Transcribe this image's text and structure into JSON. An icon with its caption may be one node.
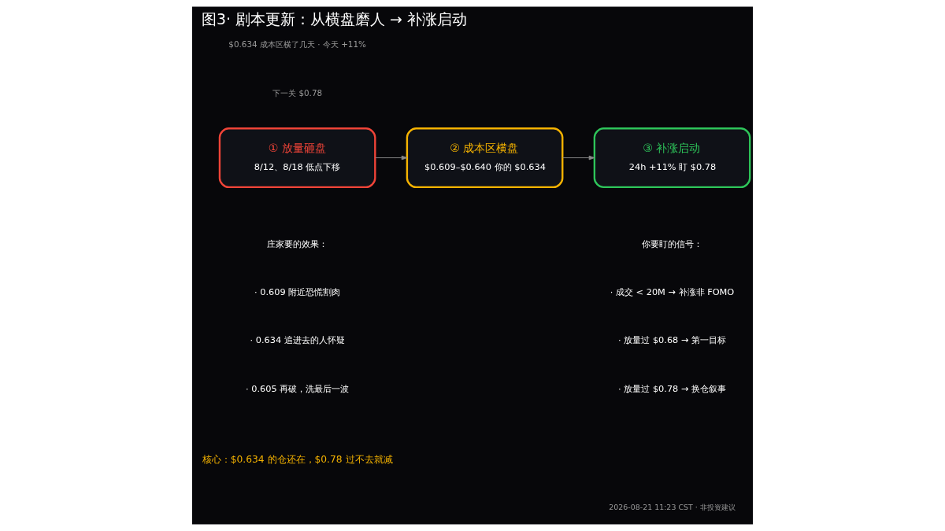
{
  "diagram": {
    "title": "图3· 剧本更新：从横盘磨人 → 补涨启动",
    "nodes": [
      {
        "text": [
          "① 放量砸盘",
          "8/12、8/18 低点下移"
        ]
      },
      {
        "text": [
          "② 成本区横盘",
          "$0.609–$0.640 你的 $0.634"
        ]
      },
      {
        "text": [
          "③ 补涨启动",
          "24h +11% 盯 $0.78"
        ]
      }
    ],
    "edges": [
      {
        "from": 0,
        "to": 1,
        "arrow": "to"
      },
      {
        "from": 1,
        "to": 2,
        "arrow": "to"
      }
    ],
    "labels": [
      "$0.634 成本区横了几天 · 今天 +11%",
      "下一关 $0.78",
      "庄家要的效果：",
      "· 0.609 附近恐慌割肉",
      "· 0.634 追进去的人怀疑",
      "· 0.605 再破，洗最后一波",
      "你要盯的信号：",
      "· 成交 < 20M → 补涨非 FOMO",
      "· 放量过 $0.68 → 第一目标",
      "· 放量过 $0.78 → 换仓叙事",
      "核心：$0.634 的仓还在，$0.78 过不去就减",
      "2026-08-21 11:23 CST · 非投资建议"
    ]
  }
}
